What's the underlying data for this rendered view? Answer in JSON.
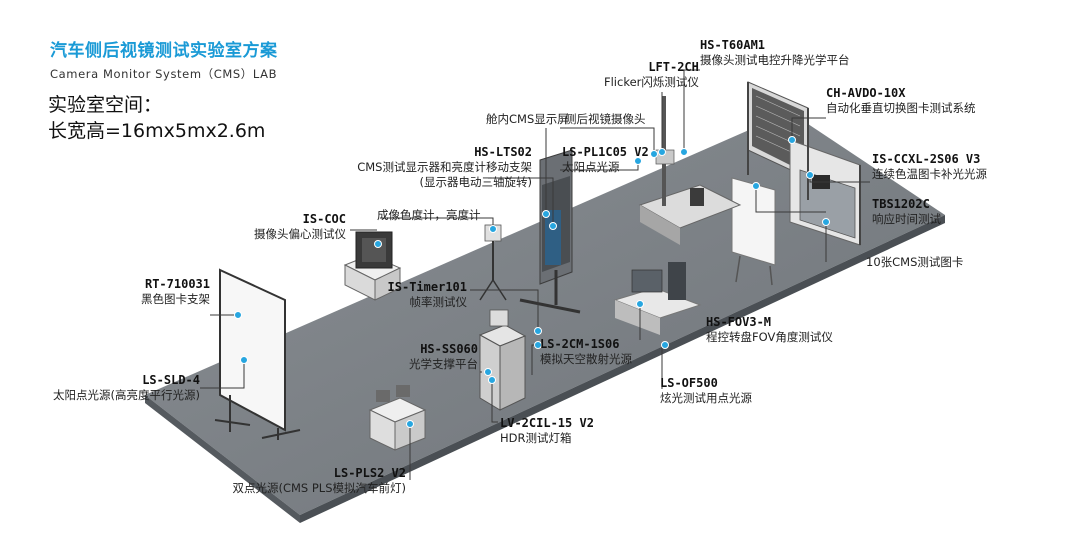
{
  "header": {
    "title": "汽车侧后视镜测试实验室方案",
    "subtitle": "Camera Monitor System（CMS）LAB",
    "space_heading": "实验室空间：",
    "space_value": "长宽高=16mx5mx2.6m"
  },
  "colors": {
    "accent": "#1a9ad6",
    "floor": "#7d8287",
    "dot": "#27a6e0",
    "leader": "#3a3a3a"
  },
  "equipment": {
    "lft2ch": {
      "model": "LFT-2CH",
      "desc": "Flicker闪烁测试仪"
    },
    "hst60am1": {
      "model": "HS-T60AM1",
      "desc": "摄像头测试电控升降光学平台"
    },
    "chavdo": {
      "model": "CH-AVDO-10X",
      "desc": "自动化垂直切换图卡测试系统"
    },
    "cabin": {
      "desc": "舱内CMS显示屏"
    },
    "sidecam": {
      "desc": "侧后视镜摄像头"
    },
    "hslts02": {
      "model": "HS-LTS02",
      "desc": "CMS测试显示器和亮度计移动支架",
      "desc2": "(显示器电动三轴旋转)"
    },
    "lspl1c05": {
      "model": "LS-PL1C05 V2",
      "desc": "太阳点光源"
    },
    "isccxl": {
      "model": "IS-CCXL-2S06 V3",
      "desc": "连续色温图卡补光光源"
    },
    "tbs1202c": {
      "model": "TBS1202C",
      "desc": "响应时间测试"
    },
    "cards": {
      "desc": "10张CMS测试图卡"
    },
    "iscoc": {
      "model": "IS-COC",
      "desc": "摄像头偏心测试仪"
    },
    "colorimeter": {
      "desc": "成像色度计，亮度计"
    },
    "rt710031": {
      "model": "RT-710031",
      "desc": "黑色图卡支架"
    },
    "istimer101": {
      "model": "IS-Timer101",
      "desc": "帧率测试仪"
    },
    "hsss060": {
      "model": "HS-SS060",
      "desc": "光学支撑平台"
    },
    "ls2cm": {
      "model": "LS-2CM-1S06",
      "desc": "模拟天空散射光源"
    },
    "hsfov3m": {
      "model": "HS-FOV3-M",
      "desc": "程控转盘FOV角度测试仪"
    },
    "lssld4": {
      "model": "LS-SLD-4",
      "desc": "太阳点光源(高亮度平行光源)"
    },
    "lsof500": {
      "model": "LS-OF500",
      "desc": "炫光测试用点光源"
    },
    "lv2cil": {
      "model": "LV-2CIL-15 V2",
      "desc": "HDR测试灯箱"
    },
    "lspls2": {
      "model": "LS-PLS2 V2",
      "desc": "双点光源(CMS PLS模拟汽车前灯)"
    }
  }
}
